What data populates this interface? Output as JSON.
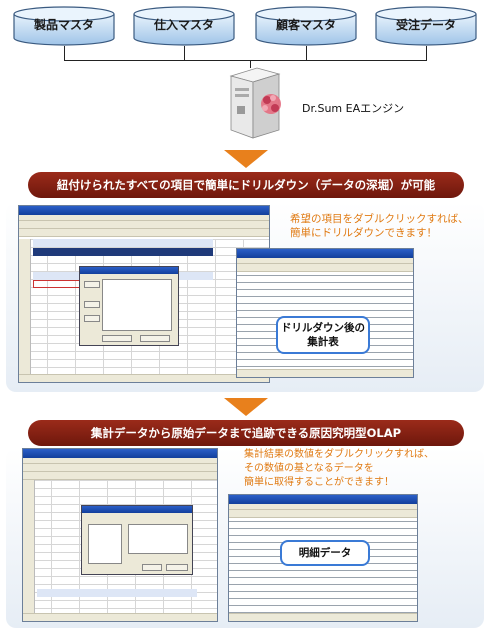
{
  "sources": {
    "product_master": "製品マスタ",
    "purchase_master": "仕入マスタ",
    "customer_master": "顧客マスタ",
    "order_data": "受注データ"
  },
  "engine": {
    "label": "Dr.Sum EAエンジン"
  },
  "section1": {
    "banner": "紐付けられたすべての項目で簡単にドリルダウン（データの深堀）が可能",
    "note_line1": "希望の項目をダブルクリックすれば、",
    "note_line2": "簡単にドリルダウンできます！",
    "callout_line1": "ドリルダウン後の",
    "callout_line2": "集計表"
  },
  "section2": {
    "banner": "集計データから原始データまで追跡できる原因究明型OLAP",
    "note_line1": "集計結果の数値をダブルクリックすれば、",
    "note_line2": "その数値の基となるデータを",
    "note_line3": "簡単に取得することができます！",
    "callout": "明細データ"
  },
  "colors": {
    "accent_orange": "#e8801c",
    "banner_red": "#8a2214",
    "db_blue": "#bcd8f2",
    "callout_border": "#3a7ad6"
  }
}
